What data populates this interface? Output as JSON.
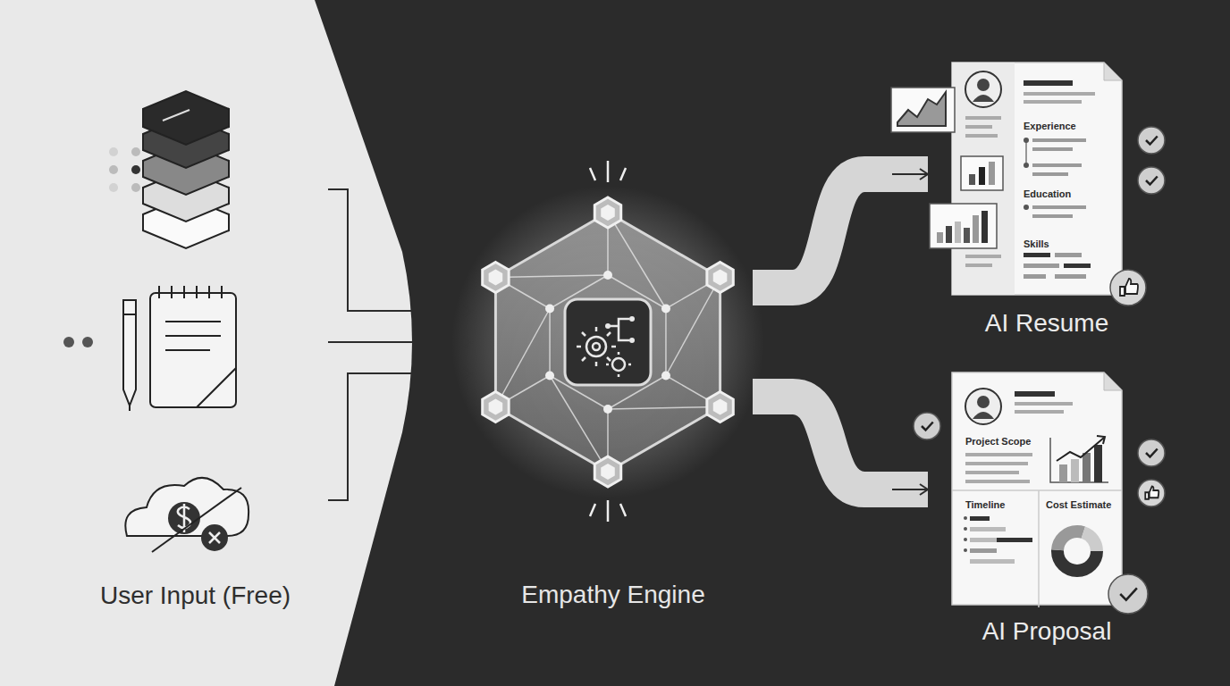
{
  "diagram": {
    "nodes": [
      {
        "text": [
          "User Input (Free)"
        ]
      },
      {
        "text": [
          "Empathy Engine"
        ]
      },
      {
        "text": [
          "AI Resume",
          "Experience",
          "Education",
          "Skills"
        ]
      },
      {
        "text": [
          "AI Proposal",
          "Project Scope",
          "Timeline",
          "Cost Estimate"
        ]
      }
    ],
    "edges": [
      {
        "from": 0,
        "to": 1,
        "arrow": "to"
      },
      {
        "from": 0,
        "to": 1,
        "arrow": "to"
      },
      {
        "from": 0,
        "to": 1,
        "arrow": "to"
      },
      {
        "from": 1,
        "to": 2,
        "arrow": "to"
      },
      {
        "from": 1,
        "to": 3,
        "arrow": "to"
      }
    ]
  }
}
